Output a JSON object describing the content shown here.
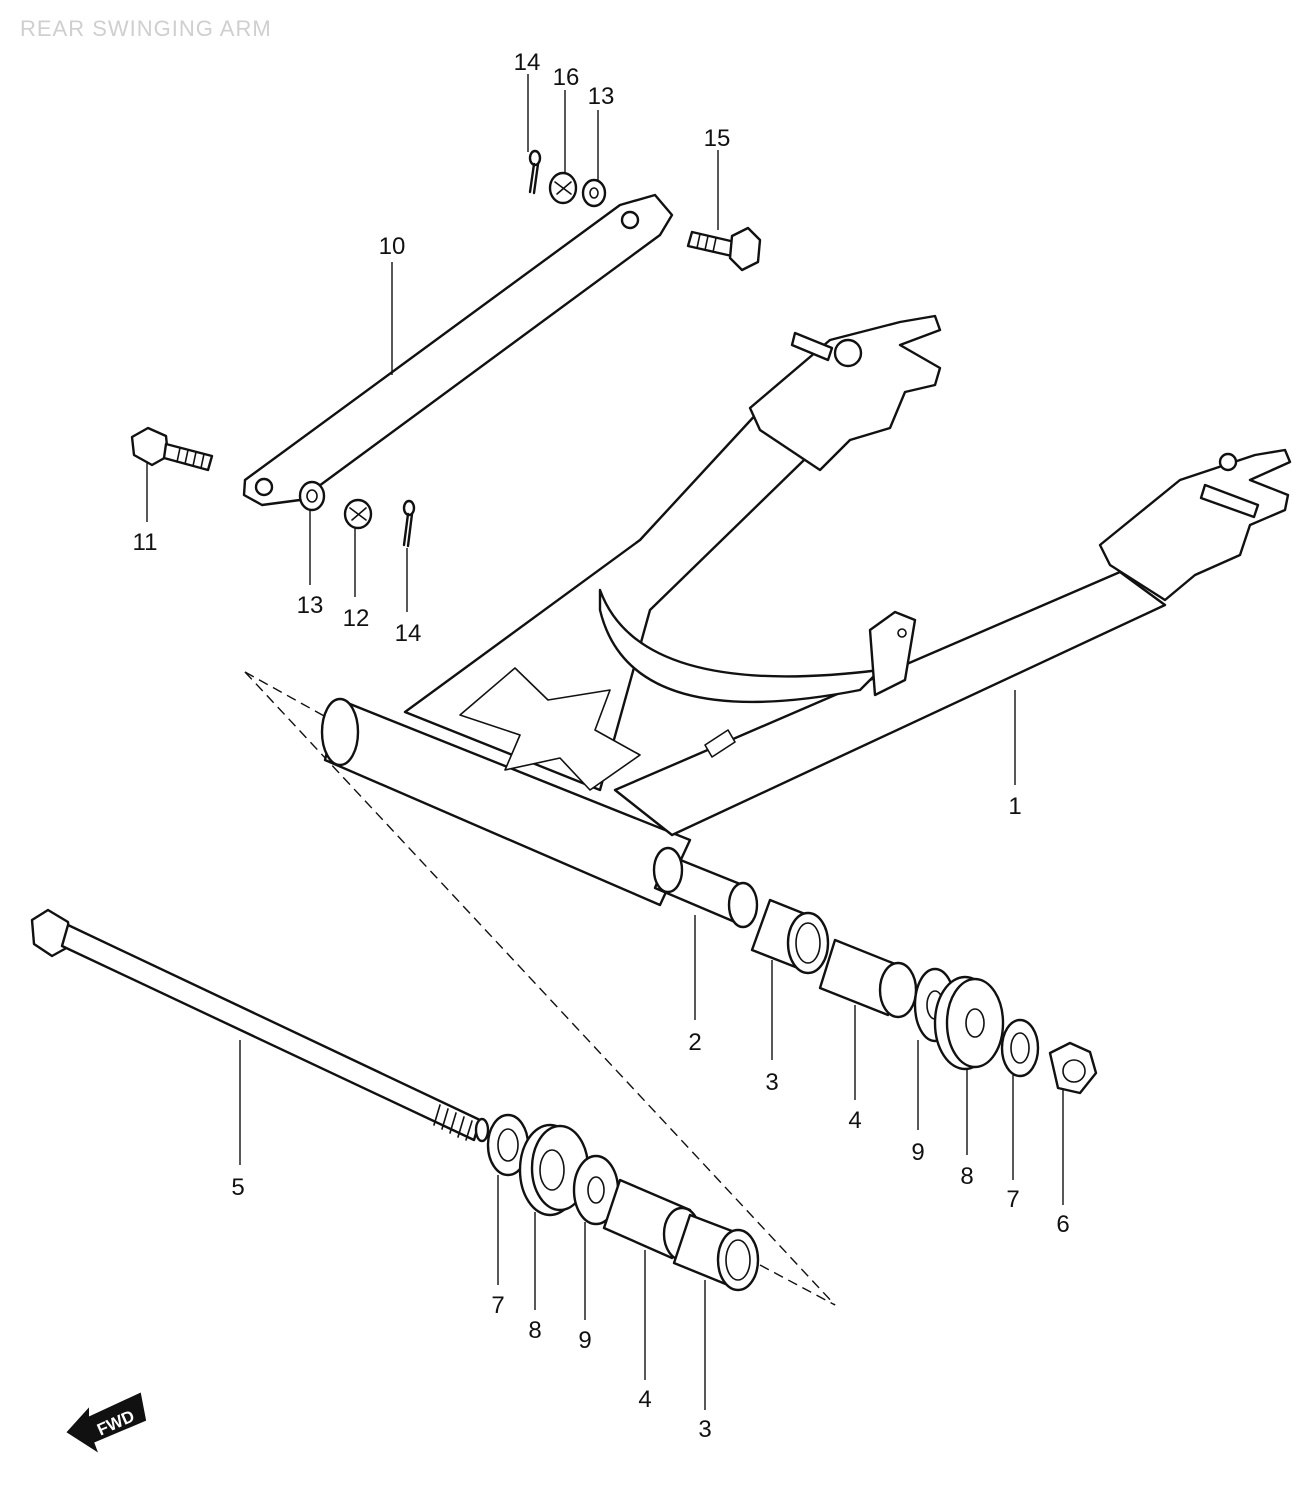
{
  "title": "REAR SWINGING ARM",
  "fwd_label": "FWD",
  "callouts": {
    "c1": "1",
    "c2": "2",
    "c3a": "3",
    "c3b": "3",
    "c4a": "4",
    "c4b": "4",
    "c5": "5",
    "c6": "6",
    "c7a": "7",
    "c7b": "7",
    "c8a": "8",
    "c8b": "8",
    "c9a": "9",
    "c9b": "9",
    "c10": "10",
    "c11": "11",
    "c12": "12",
    "c13a": "13",
    "c13b": "13",
    "c14a": "14",
    "c14b": "14",
    "c15": "15",
    "c16": "16"
  }
}
